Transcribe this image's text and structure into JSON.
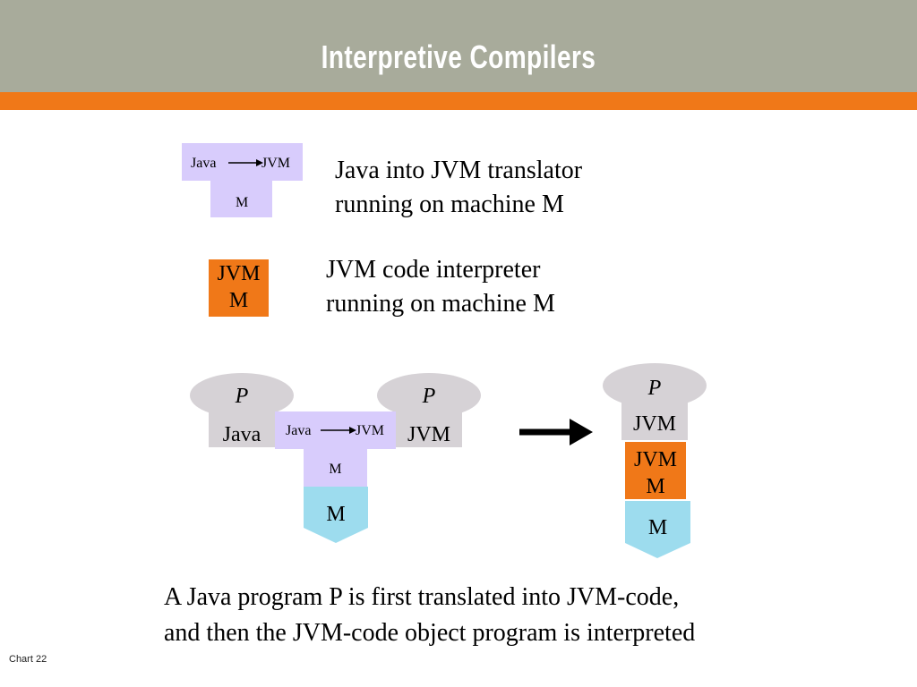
{
  "slide": {
    "title": "Interpretive Compilers",
    "footer": "Chart 22"
  },
  "colors": {
    "header": "#a8ab9b",
    "header_stripe": "#f07818",
    "translator": "#d8ccfc",
    "interpreter": "#f07818",
    "program": "#d6d2d6",
    "machine": "#9ddcee"
  },
  "legend": {
    "translator": {
      "source": "Java",
      "target": "JVM",
      "machine": "M",
      "description_line1": "Java into JVM translator",
      "description_line2": "running on machine M"
    },
    "interpreter": {
      "language": "JVM",
      "machine": "M",
      "description_line1": "JVM code interpreter",
      "description_line2": "running on machine M"
    }
  },
  "diagram": {
    "source_program": {
      "name": "P",
      "language": "Java"
    },
    "translator": {
      "source": "Java",
      "target": "JVM",
      "machine": "M"
    },
    "host_machine": "M",
    "object_program": {
      "name": "P",
      "language": "JVM"
    },
    "result": {
      "program": {
        "name": "P",
        "language": "JVM"
      },
      "interpreter_language": "JVM",
      "interpreter_machine": "M",
      "host_machine": "M"
    }
  },
  "caption": {
    "line1": "A Java program P is first translated into JVM-code,",
    "line2": "and then the JVM-code object program is interpreted"
  }
}
